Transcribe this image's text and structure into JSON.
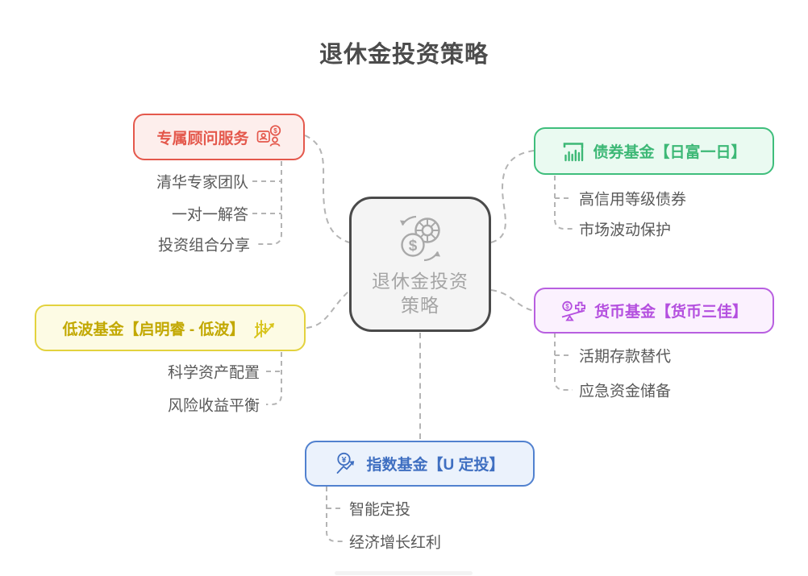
{
  "title": "退休金投资策略",
  "center": {
    "line1": "退休金投资",
    "line2": "策略",
    "icon": "retirement-coins-exchange-icon"
  },
  "branches": [
    {
      "label": "专属顾问服务",
      "icon": "advisor-icon",
      "color": "#e4584c",
      "children": [
        "清华专家团队",
        "一对一解答",
        "投资组合分享"
      ]
    },
    {
      "label": "债券基金【日富一日】",
      "icon": "bar-chart-icon",
      "color": "#3db876",
      "children": [
        "高信用等级债券",
        "市场波动保护"
      ]
    },
    {
      "label": "低波基金【启明睿 - 低波】",
      "icon": "candlestick-chart-icon",
      "color": "#c2a800",
      "children": [
        "科学资产配置",
        "风险收益平衡"
      ]
    },
    {
      "label": "货币基金【货币三佳】",
      "icon": "scale-coin-plus-icon",
      "color": "#b44fdf",
      "children": [
        "活期存款替代",
        "应急资金储备"
      ]
    },
    {
      "label": "指数基金【U 定投】",
      "icon": "yen-coin-trend-icon",
      "color": "#3f6fc1",
      "children": [
        "智能定投",
        "经济增长红利"
      ]
    }
  ],
  "connector_color": "#b4b4b4"
}
